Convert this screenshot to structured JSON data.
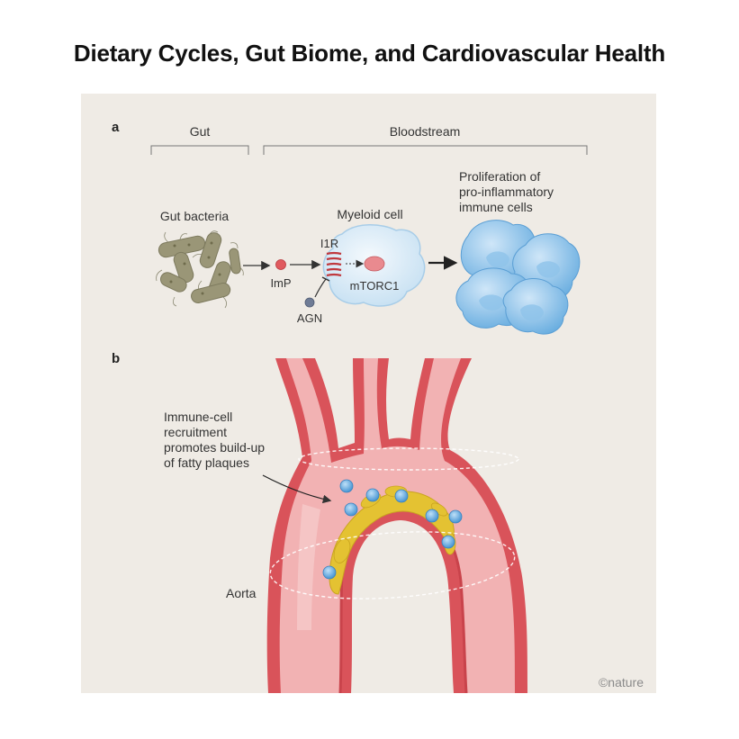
{
  "page": {
    "title": "Dietary Cycles, Gut Biome, and Cardiovascular Health"
  },
  "panel_a": {
    "letter": "a",
    "gut_header": "Gut",
    "bloodstream_header": "Bloodstream",
    "gut_bacteria": "Gut bacteria",
    "imp": "ImP",
    "agn": "AGN",
    "i1r": "I1R",
    "myeloid_cell": "Myeloid cell",
    "mtorc1": "mTORC1",
    "proliferation": [
      "Proliferation of",
      "pro-inflammatory",
      "immune cells"
    ]
  },
  "panel_b": {
    "letter": "b",
    "recruitment": [
      "Immune-cell",
      "recruitment",
      "promotes build-up",
      "of fatty plaques"
    ],
    "aorta": "Aorta"
  },
  "credit": "©nature",
  "colors": {
    "panel_bg": "#efebe5",
    "bacteria": "#9a9677",
    "vessel_outer": "#d9535a",
    "vessel_fill": "#f2b2b3",
    "plaque": "#e4c232",
    "immune_cell": "#7cb9e6",
    "imp_dot": "#e05a5e",
    "agn_dot": "#6f7c96"
  }
}
